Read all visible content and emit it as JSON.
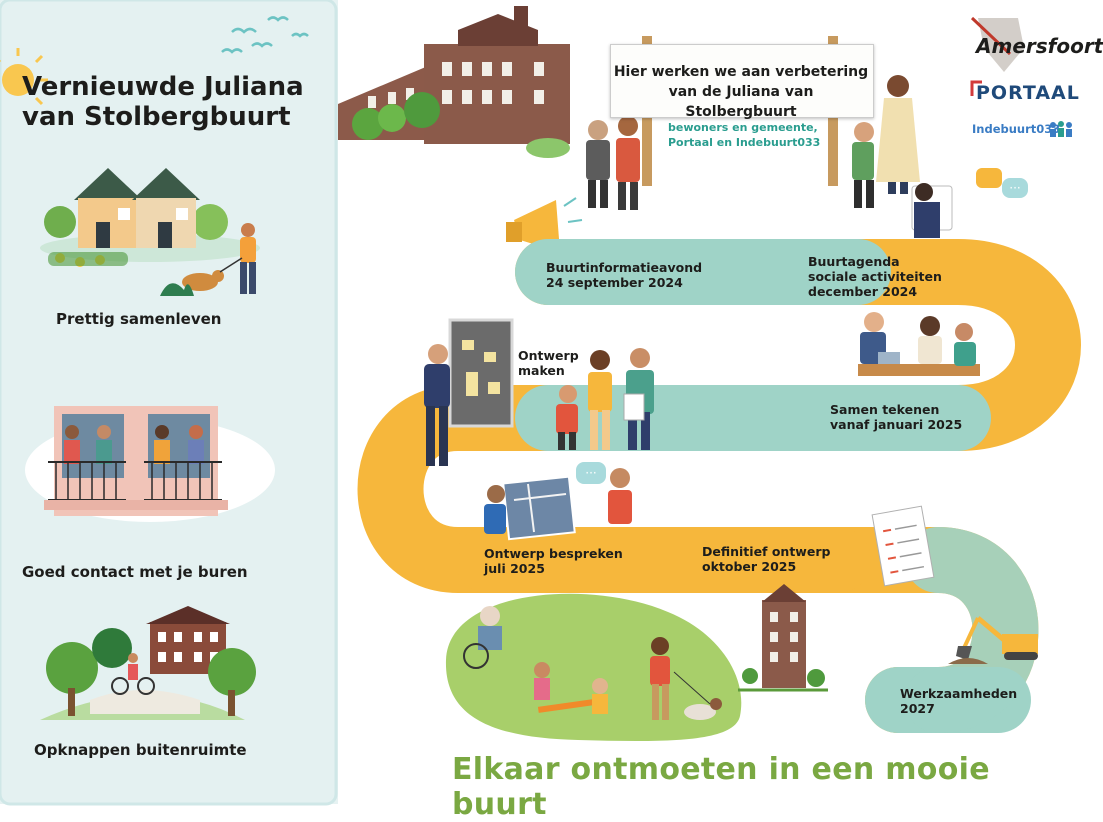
{
  "left": {
    "title_line1": "Vernieuwde Juliana",
    "title_line2": "van Stolbergbuurt",
    "themes": [
      {
        "label": "Prettig samenleven",
        "icon": "houses-walking-dog-icon"
      },
      {
        "label": "Goed contact met je buren",
        "icon": "neighbours-balcony-icon"
      },
      {
        "label": "Opknappen buitenruimte",
        "icon": "building-park-cyclist-icon"
      }
    ]
  },
  "sign": {
    "line1": "Hier werken we aan verbetering",
    "line2": "van de Juliana van Stolbergbuurt",
    "sub_line1": "bewoners en gemeente,",
    "sub_line2": "Portaal en Indebuurt033"
  },
  "logos": {
    "amersfoort": "Amersfoort",
    "portaal": "PORTAAL",
    "indebuurt": "Indebuurt033"
  },
  "timeline": [
    {
      "line1": "Buurtinformatieavond",
      "line2": "24 september 2024"
    },
    {
      "line1": "Buurtagenda",
      "line2": "sociale activiteiten",
      "line3": "december 2024"
    },
    {
      "line1": "Ontwerp",
      "line2": "maken"
    },
    {
      "line1": "Samen tekenen",
      "line2": "vanaf januari 2025"
    },
    {
      "line1": "Ontwerp bespreken",
      "line2": "juli 2025"
    },
    {
      "line1": "Definitief ontwerp",
      "line2": "oktober 2025"
    },
    {
      "line1": "Werkzaamheden",
      "line2": "2027"
    }
  ],
  "slogan": "Elkaar ontmoeten in een mooie buurt",
  "colors": {
    "road_teal": "#9fd3c7",
    "road_yellow": "#f6b73c",
    "slogan_green": "#7aa842",
    "panel_bg": "#e6f2f2",
    "accent_teal": "#2a9d8f"
  }
}
